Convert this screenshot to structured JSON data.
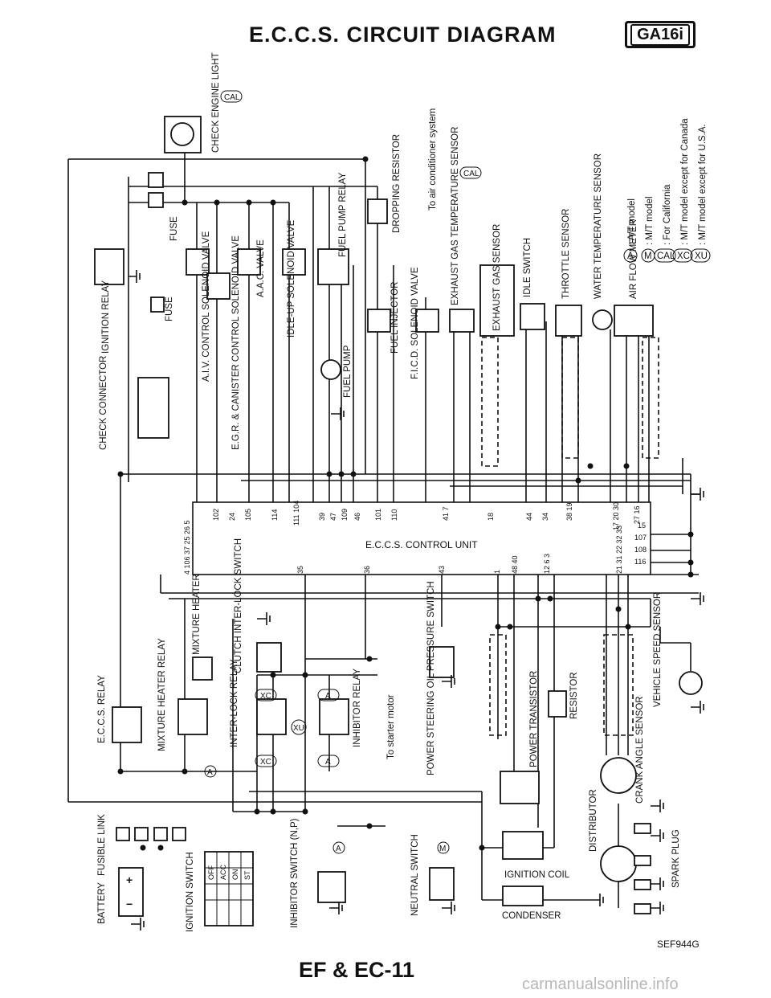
{
  "header": {
    "title": "E.C.C.S. CIRCUIT DIAGRAM",
    "badge": "GA16i"
  },
  "footer": {
    "page": "EF & EC-11",
    "ref": "SEF944G",
    "watermark": "carmanualsonline.info"
  },
  "control_unit": {
    "label": "E.C.C.S. CONTROL UNIT",
    "top_pins": [
      "4 106 37 25 26 5",
      "102",
      "24",
      "105",
      "114",
      "111 104",
      "39",
      "47",
      "109",
      "46",
      "101",
      "110",
      "41 7",
      "18",
      "44",
      "34",
      "38 19",
      "17 20 30",
      "27 16",
      "15"
    ],
    "right_pins": [
      "107",
      "108",
      "116"
    ],
    "bottom_pins": [
      "35",
      "36",
      "43",
      "1",
      "48 40",
      "12 6 3",
      "21 31 22 32 33"
    ]
  },
  "components_top": [
    "CHECK ENGINE LIGHT",
    "FUSE",
    "IGNITION RELAY",
    "FUSE",
    "CHECK CONNECTOR",
    "A.I.V. CONTROL SOLENOID VALVE",
    "E.G.R. & CANISTER CONTROL SOLENOID VALVE",
    "A.A.C. VALVE",
    "IDLE-UP SOLENOID VALVE",
    "FUEL PUMP RELAY",
    "FUEL PUMP",
    "DROPPING RESISTOR",
    "FUEL INJECTOR",
    "F.I.C.D. SOLENOID VALVE",
    "To air conditioner system",
    "EXHAUST GAS TEMPERATURE SENSOR",
    "EXHAUST GAS SENSOR",
    "IDLE SWITCH",
    "THROTTLE SENSOR",
    "WATER TEMPERATURE SENSOR",
    "AIR FLOW METER"
  ],
  "components_bottom": [
    "E.C.C.S. RELAY",
    "MIXTURE HEATER RELAY",
    "MIXTURE HEATER",
    "INTER-LOCK RELAY",
    "CLUTCH INTER-LOCK SWITCH",
    "INHIBITOR RELAY",
    "To starter motor",
    "POWER STEERING OIL PRESSURE SWITCH",
    "POWER TRANSISTOR",
    "RESISTOR",
    "VEHICLE SPEED SENSOR",
    "CRANK ANGLE SENSOR",
    "DISTRIBUTOR",
    "SPARK PLUG",
    "IGNITION COIL",
    "CONDENSER",
    "NEUTRAL SWITCH",
    "INHIBITOR SWITCH (N,P)",
    "IGNITION SWITCH",
    "FUSIBLE LINK",
    "BATTERY"
  ],
  "ignition_switch_positions": [
    "OFF",
    "ACC",
    "ON",
    "ST"
  ],
  "legend": [
    {
      "symbol": "A",
      "text": ": A/T model"
    },
    {
      "symbol": "M",
      "text": ": M/T model"
    },
    {
      "symbol": "CAL",
      "text": ": For California"
    },
    {
      "symbol": "XC",
      "text": ": M/T model except for Canada"
    },
    {
      "symbol": "XU",
      "text": ": M/T model except for U.S.A."
    }
  ],
  "markers": {
    "cal": "CAL",
    "xc": "XC",
    "a": "A",
    "xu": "XU",
    "m": "M"
  },
  "battery_signs": {
    "plus": "+",
    "minus": "−"
  }
}
